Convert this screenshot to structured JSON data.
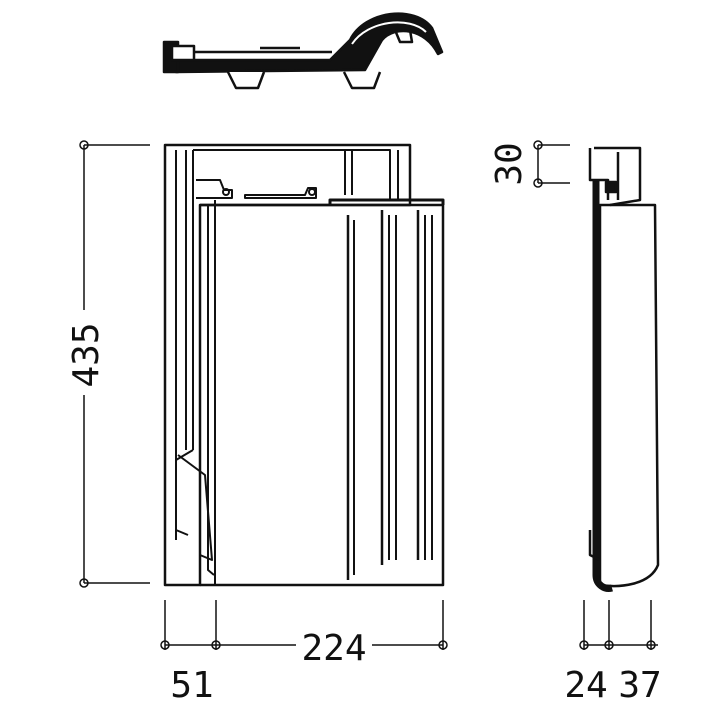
{
  "dimensions": {
    "height": "435",
    "lug_offset": "30",
    "width_cover": "224",
    "width_side": "51",
    "thickness_a": "24",
    "thickness_b": "37"
  },
  "colors": {
    "line": "#111111",
    "background": "#ffffff"
  }
}
